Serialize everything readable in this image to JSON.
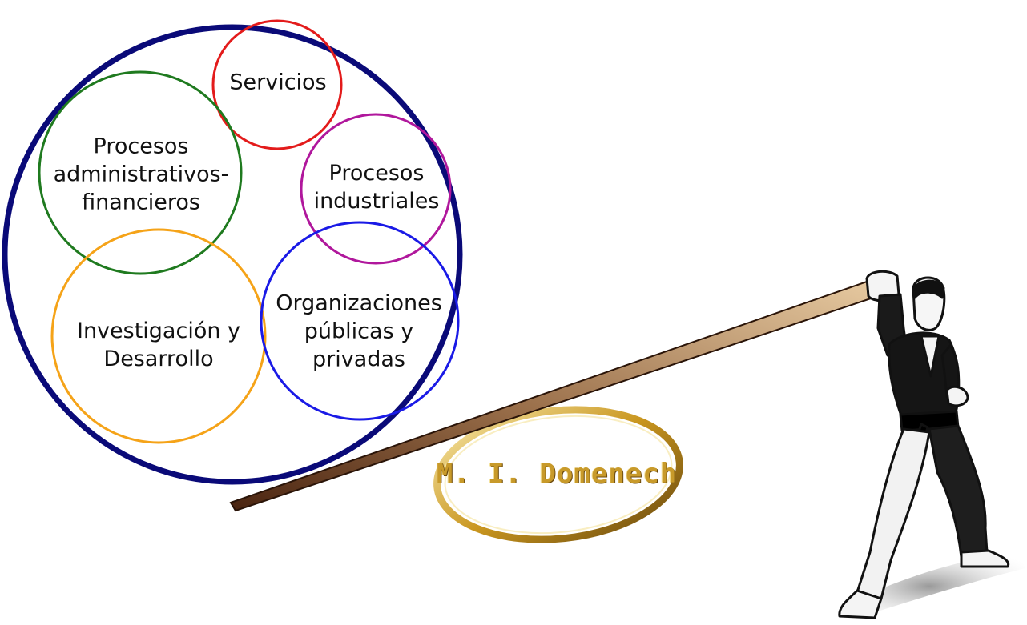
{
  "diagram": {
    "circles": [
      {
        "id": "servicios",
        "lines": [
          "Servicios"
        ],
        "color": "#e31b1b"
      },
      {
        "id": "admin",
        "lines": [
          "Procesos",
          "administrativos-",
          "financieros"
        ],
        "color": "#1f7a1f"
      },
      {
        "id": "industriales",
        "lines": [
          "Procesos",
          "industriales"
        ],
        "color": "#b0179c"
      },
      {
        "id": "investigacion",
        "lines": [
          "Investigación y",
          "Desarrollo"
        ],
        "color": "#f5a318"
      },
      {
        "id": "organizaciones",
        "lines": [
          "Organizaciones",
          "públicas y",
          "privadas"
        ],
        "color": "#1a1ae6"
      }
    ],
    "outer_circle_color": "#0a0a78"
  },
  "logo": {
    "text": "M. I. Domenech"
  }
}
